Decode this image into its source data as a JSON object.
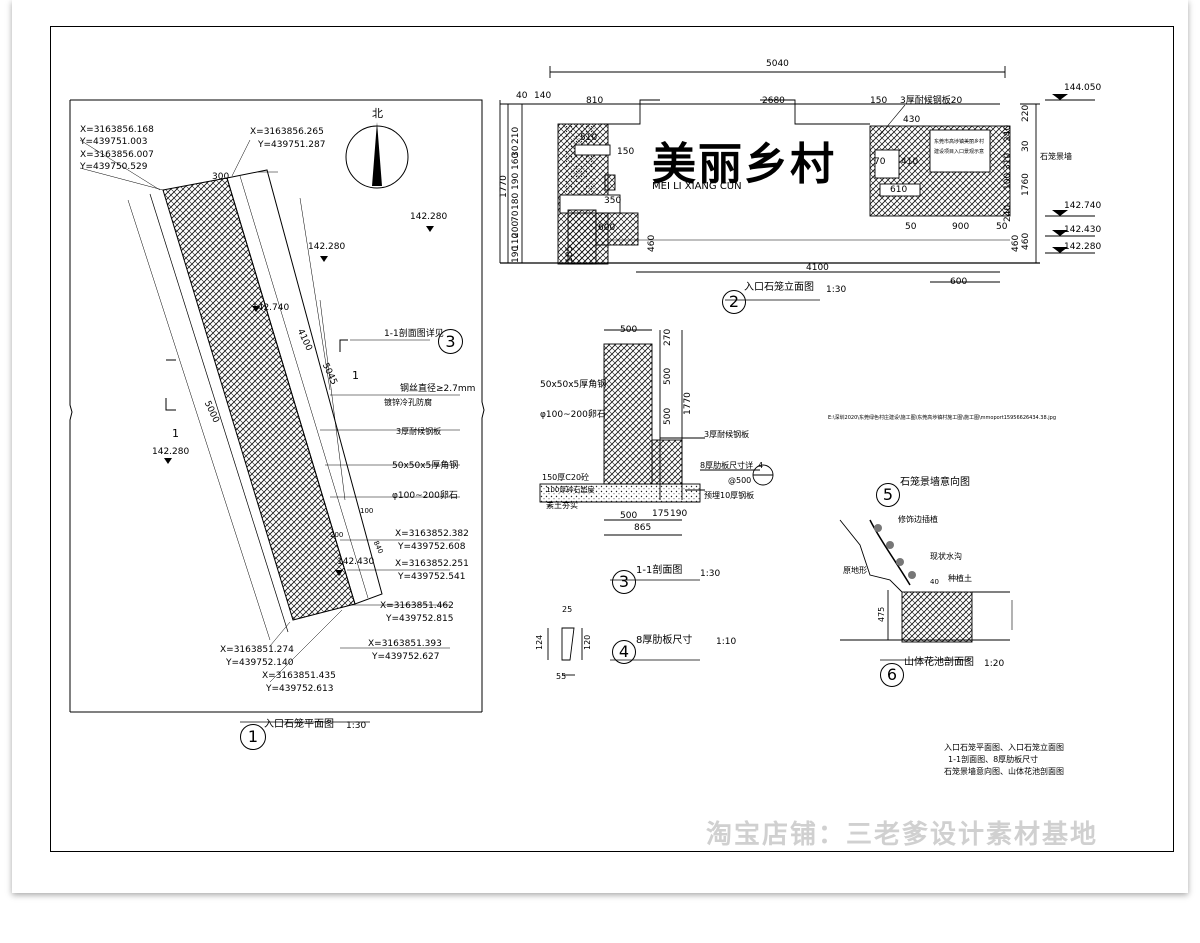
{
  "drawing": {
    "sign_text": "美丽乡村",
    "sign_pinyin": "MEI LI XIANG CUN",
    "north": "北",
    "watermark": "淘宝店铺：三老爹设计素材基地",
    "file_path": "E:\\深圳2020\\东莞绿色村庄建设\\施工图\\东莞高埗镇村施工图\\施工图\\mmoport15956626434.38.jpg"
  },
  "plan_view": {
    "title": "入口石笼平面图",
    "scale": "1:30",
    "number": "1",
    "coords": [
      {
        "x": "X=3163856.168",
        "y": "Y=439751.003"
      },
      {
        "x": "X=3163856.007",
        "y": "Y=439750.529"
      },
      {
        "x": "X=3163856.265",
        "y": "Y=439751.287"
      },
      {
        "x": "X=3163852.382",
        "y": "Y=439752.608"
      },
      {
        "x": "X=3163852.251",
        "y": "Y=439752.541"
      },
      {
        "x": "X=3163851.462",
        "y": "Y=439752.815"
      },
      {
        "x": "X=3163851.393",
        "y": "Y=439752.627"
      },
      {
        "x": "X=3163851.274",
        "y": "Y=439752.140"
      },
      {
        "x": "X=3163851.435",
        "y": "Y=439752.613"
      }
    ],
    "elevations": [
      "142.280",
      "142.280",
      "142.740",
      "142.280",
      "142.430"
    ],
    "dims": [
      "300",
      "4100",
      "5045",
      "5000",
      "100",
      "200",
      "840"
    ],
    "section_mark": "1",
    "callouts": [
      {
        "text": "1-1剖面图详见",
        "ref": "3"
      },
      {
        "text": "钢丝直径≥2.7mm"
      },
      {
        "text": "镀锌冷孔防腐"
      },
      {
        "text": "3厚耐候钢板"
      },
      {
        "text": "50x50x5厚角钢"
      },
      {
        "text": "φ100~200卵石"
      }
    ]
  },
  "elevation_view": {
    "title": "入口石笼立面图",
    "scale": "1:30",
    "number": "2",
    "top_dims": [
      "5040",
      "40",
      "140",
      "810",
      "2680",
      "150",
      "3厚耐候钢板20"
    ],
    "bottom_dims": [
      "4100",
      "600"
    ],
    "inner_dims": [
      "510",
      "150",
      "350",
      "600",
      "460",
      "430",
      "410",
      "70",
      "610",
      "900",
      "50",
      "50",
      "460"
    ],
    "left_dims": [
      "210",
      "30",
      "160",
      "190",
      "180",
      "70",
      "200",
      "110",
      "190",
      "1770",
      "185"
    ],
    "right_dims": [
      "220",
      "240",
      "30",
      "310",
      "100",
      "1760",
      "240",
      "460"
    ],
    "levels": [
      "144.050",
      "142.740",
      "142.430",
      "142.280"
    ],
    "label_right": "石笼景墙",
    "board_text": [
      "东莞市高埗镇美丽乡村",
      "建设项目入口景观示意"
    ]
  },
  "section_view": {
    "title": "1-1剖面图",
    "scale": "1:30",
    "number": "3",
    "dims": [
      "500",
      "270",
      "500",
      "500",
      "1770",
      "500",
      "175",
      "190",
      "865",
      "150"
    ],
    "callouts": [
      "50x50x5厚角钢",
      "φ100~200卵石",
      "3厚耐候钢板",
      "8厚肋板尺寸详",
      "@500",
      "预埋10厚钢板",
      "150厚C20砼",
      "100厚碎石垫层",
      "素土夯实"
    ],
    "ref": "4"
  },
  "rib_view": {
    "title": "8厚肋板尺寸",
    "scale": "1:10",
    "number": "4",
    "dims": [
      "25",
      "124",
      "120",
      "55"
    ]
  },
  "stone_view": {
    "title": "石笼景墙意向图",
    "number": "5"
  },
  "planter_view": {
    "title": "山体花池剖面图",
    "scale": "1:20",
    "number": "6",
    "labels": [
      "修饰边插植",
      "现状水沟",
      "原地形",
      "种植土"
    ],
    "dims": [
      "475",
      "40"
    ]
  },
  "sheet_notes": [
    "入口石笼平面图、入口石笼立面图",
    "1-1剖面图、8厚肋板尺寸",
    "石笼景墙意向图、山体花池剖面图"
  ]
}
